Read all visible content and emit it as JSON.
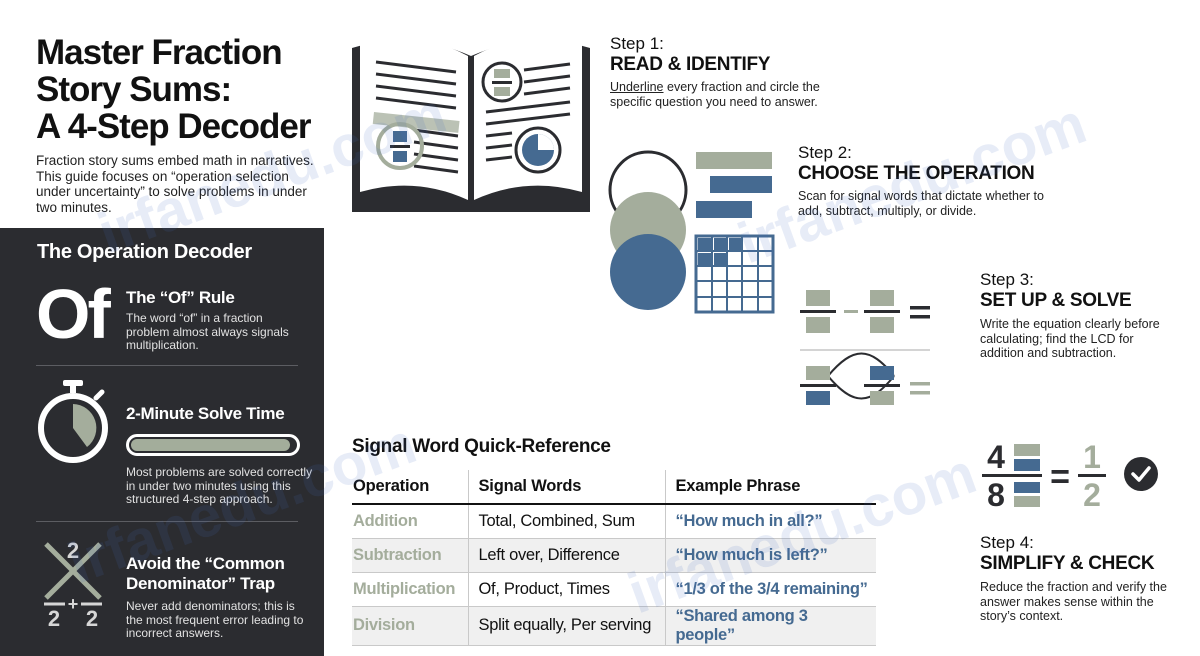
{
  "header": {
    "title": "Master Fraction\nStory Sums:\nA 4-Step Decoder",
    "intro": "Fraction story sums embed math in narratives. This guide focuses on “operation selection under uncertainty” to solve problems in under two minutes."
  },
  "decoder": {
    "title": "The Operation Decoder",
    "of_glyph": "Of",
    "rule_title": "The “Of” Rule",
    "rule_text": "The word “of” in a fraction problem almost always signals multiplication.",
    "time_title": "2-Minute Solve Time",
    "time_progress": 0.97,
    "time_text": "Most problems are solved correctly in under two minutes using this structured 4-step approach.",
    "trap_title": "Avoid the “Common\nDenominator” Trap",
    "trap_text": "Never add denominators; this is the most frequent error leading to incorrect answers.",
    "trap_icon": {
      "top": "2",
      "plus": "+",
      "left": "2",
      "right": "2"
    }
  },
  "steps": [
    {
      "num": "Step 1:",
      "name": "READ & IDENTIFY",
      "underline": "Underline",
      "desc": " every fraction and circle the specific question you need to answer."
    },
    {
      "num": "Step 2:",
      "name": "CHOOSE THE OPERATION",
      "desc": "Scan for signal words that dictate whether to add, subtract, multiply, or divide."
    },
    {
      "num": "Step 3:",
      "name": "SET UP & SOLVE",
      "desc": "Write the equation clearly before calculating; find the LCD for addition and subtraction."
    },
    {
      "num": "Step 4:",
      "name": "SIMPLIFY & CHECK",
      "desc": "Reduce the fraction and verify the answer makes sense within the story’s context."
    }
  ],
  "simplify": {
    "num": "4",
    "den": "8",
    "eq": "=",
    "rnum": "1",
    "rden": "2"
  },
  "table": {
    "title": "Signal Word Quick-Reference",
    "headers": [
      "Operation",
      "Signal Words",
      "Example Phrase"
    ],
    "rows": [
      {
        "operation": "Addition",
        "signals": "Total, Combined, Sum",
        "example": "“How much in all?”"
      },
      {
        "operation": "Subtraction",
        "signals": "Left over, Difference",
        "example": "“How much is left?”"
      },
      {
        "operation": "Multiplication",
        "signals": "Of, Product, Times",
        "example": "“1/3 of the 3/4 remaining”"
      },
      {
        "operation": "Division",
        "signals": "Split equally, Per serving",
        "example": "“Shared among 3 people”"
      }
    ]
  },
  "watermark": "irfanedu.com",
  "colors": {
    "dark": "#2b2c30",
    "sage": "#a4ad9c",
    "blue": "#456a91"
  }
}
